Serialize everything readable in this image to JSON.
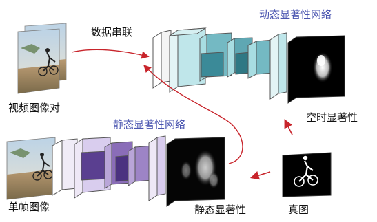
{
  "labels": {
    "data_concat": "数据串联",
    "dynamic_net": "动态显著性网络",
    "video_pair": "视频图像对",
    "spatiotemporal": "空时显著性",
    "static_net": "静态显著性网络",
    "single_frame": "单帧图像",
    "static_saliency": "静态显著性",
    "ground_truth": "真图"
  },
  "colors": {
    "dynamic_front": "#a8dde2",
    "dynamic_dark": "#3b8a98",
    "dynamic_side": "#74b9c3",
    "dynamic_light": "#e3f4f5",
    "static_front": "#b9a5d8",
    "static_dark": "#5a3f90",
    "static_side": "#8a6db8",
    "static_light": "#eee8f6",
    "arrow": "#c8242b",
    "title_blue": "#4a55b0"
  }
}
